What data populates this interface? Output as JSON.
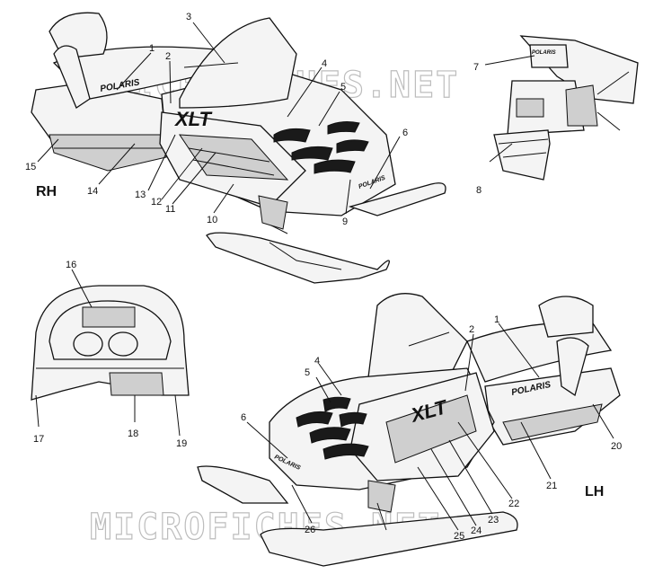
{
  "labels": {
    "rh": "RH",
    "lh": "LH"
  },
  "brand": {
    "polaris": "POLARIS",
    "model_mark": "XLT"
  },
  "watermark": {
    "top": "MICROFICHES.NET",
    "bottom": "MICROFICHES.NET"
  },
  "callouts": {
    "c1": "1",
    "c2": "2",
    "c3": "3",
    "c4": "4",
    "c5": "5",
    "c6": "6",
    "c7": "7",
    "c8": "8",
    "c9": "9",
    "c10": "10",
    "c11": "11",
    "c12": "12",
    "c13": "13",
    "c14": "14",
    "c15": "15",
    "c16": "16",
    "c17": "17",
    "c18": "18",
    "c19": "19",
    "c20": "20",
    "c21": "21",
    "c22": "22",
    "c23": "23",
    "c24": "24",
    "c25": "25",
    "c26": "26",
    "lh1": "1",
    "lh2": "2",
    "lh4": "4",
    "lh5": "5",
    "lh6": "6"
  }
}
